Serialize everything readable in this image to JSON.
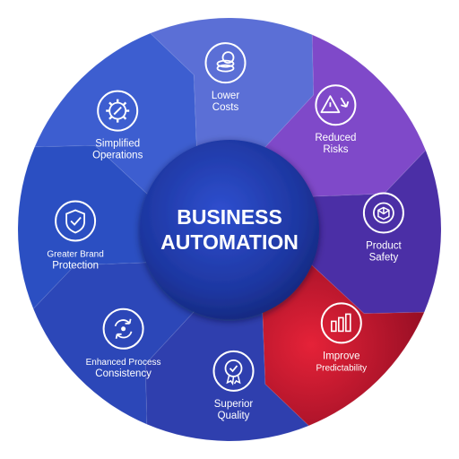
{
  "center": {
    "line1": "BUSINESS",
    "line2": "AUTOMATION"
  },
  "segments": [
    {
      "icon": "coins-icon",
      "lines": [
        "Lower",
        "Costs"
      ],
      "color": "#5b6fd6"
    },
    {
      "icon": "warning-down-icon",
      "lines": [
        "Reduced",
        "Risks"
      ],
      "color": "#7f49c9"
    },
    {
      "icon": "product-box-icon",
      "lines": [
        "Product",
        "Safety"
      ],
      "color": "#4b2fa6"
    },
    {
      "icon": "bar-chart-icon",
      "lines": [
        "Improve",
        "Predictability"
      ],
      "color": "#d11a2e"
    },
    {
      "icon": "quality-badge-icon",
      "lines": [
        "Superior",
        "Quality"
      ],
      "color": "#2f3fae"
    },
    {
      "icon": "cycle-arrows-icon",
      "lines": [
        "Enhanced Process",
        "Consistency"
      ],
      "color": "#2c47b8"
    },
    {
      "icon": "shield-check-icon",
      "lines": [
        "Greater Brand",
        "Protection"
      ],
      "color": "#2b4fc2"
    },
    {
      "icon": "gear-wrench-icon",
      "lines": [
        "Simplified",
        "Operations"
      ],
      "color": "#3d5ed0"
    }
  ],
  "colors": {
    "center": "#1f3aa8",
    "center_edge": "#13246e",
    "ring_shadow": "#0d1c66"
  }
}
